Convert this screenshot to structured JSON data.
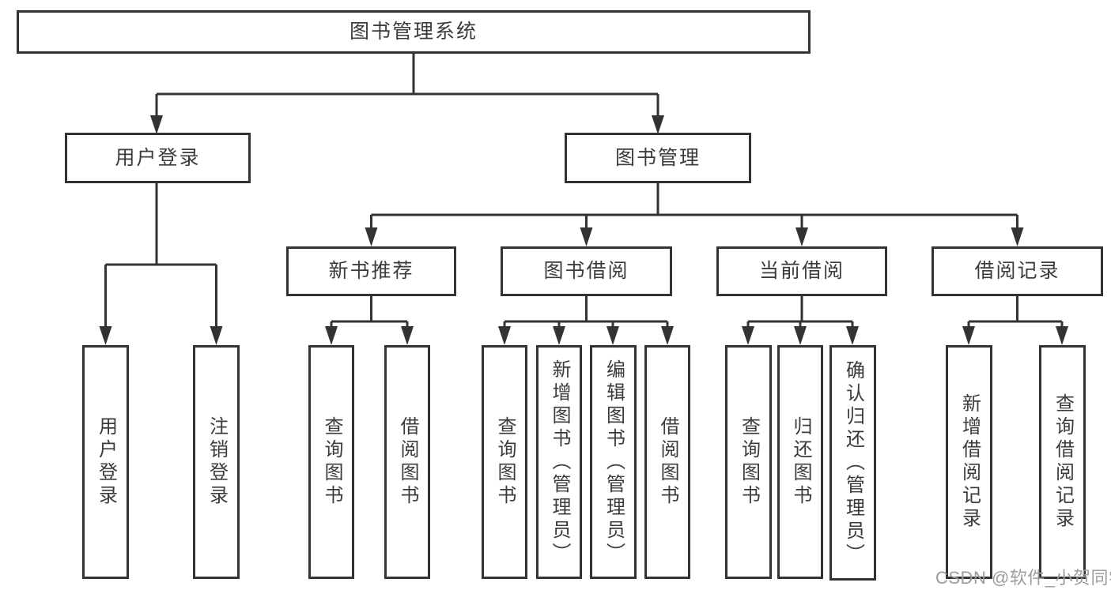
{
  "nodes": {
    "root": "图书管理系统",
    "user_login": "用户登录",
    "book_mgmt": "图书管理",
    "new_book": "新书推荐",
    "book_borrow": "图书借阅",
    "current_borrow": "当前借阅",
    "borrow_record": "借阅记录"
  },
  "leaves": {
    "user_login": [
      "用户登录",
      "注销登录"
    ],
    "new_book": [
      "查询图书",
      "借阅图书"
    ],
    "book_borrow": [
      "查询图书",
      "新增图书（管理员）",
      "编辑图书（管理员）",
      "借阅图书"
    ],
    "current_borrow": [
      "查询图书",
      "归还图书",
      "确认归还（管理员）"
    ],
    "borrow_record": [
      "新增借阅记录",
      "查询借阅记录"
    ]
  },
  "watermark": "CSDN @软件_小贺同学",
  "colors": {
    "line": "#333333",
    "text": "#3b3b3b",
    "watermark": "#9c9c9c",
    "background": "#ffffff"
  }
}
